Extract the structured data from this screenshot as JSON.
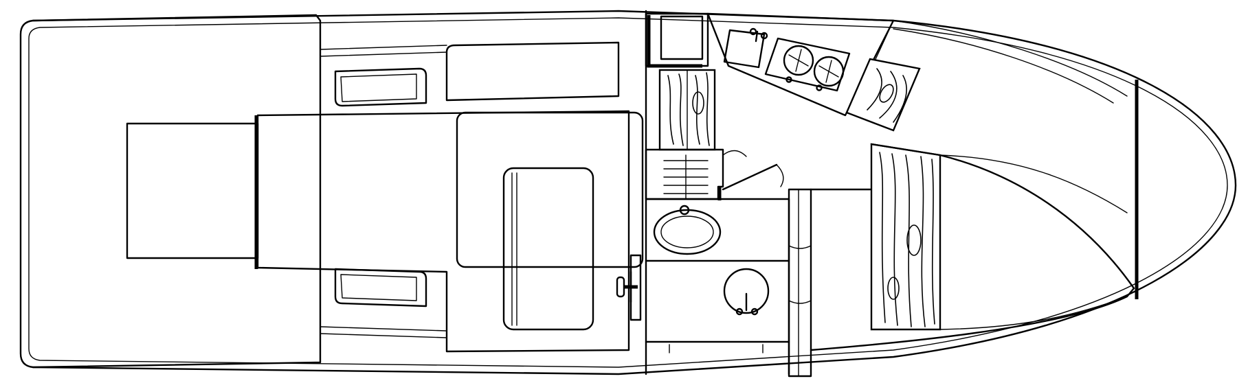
{
  "diagram": {
    "type": "boat-floor-plan",
    "view": "top",
    "orientation": "bow-right",
    "colors": {
      "ink": "#000000",
      "background": "#ffffff"
    },
    "components": [
      "hull-outline",
      "cockpit-engine-hatch",
      "helm-seat",
      "helm-wheel",
      "helm-console",
      "galley-sink",
      "galley-stove",
      "galley-counter",
      "companionway-steps",
      "head-toilet",
      "head-sink",
      "dinette-settee",
      "v-berth-table",
      "anchor-locker-bulkhead"
    ]
  }
}
